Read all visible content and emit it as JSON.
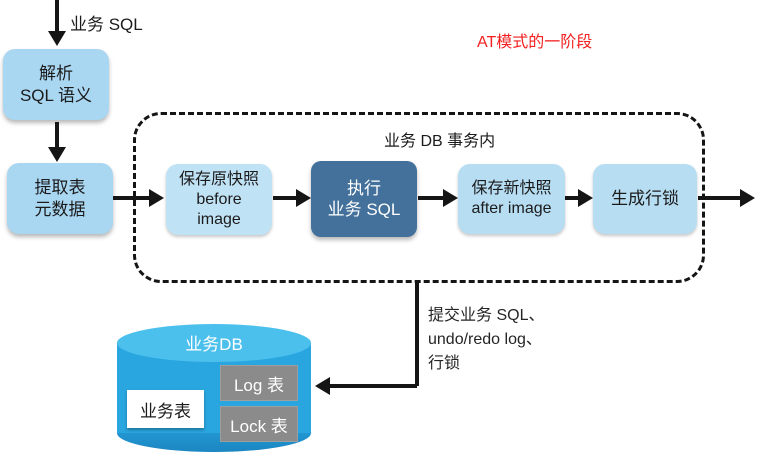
{
  "title_annotation": "AT模式的一阶段",
  "flow": {
    "input_label": "业务 SQL",
    "parse_box": {
      "line1": "解析",
      "line2": "SQL 语义"
    },
    "extract_box": {
      "line1": "提取表",
      "line2": "元数据"
    },
    "dashed_group_title": "业务 DB 事务内",
    "before_image_box": {
      "line1": "保存原快照",
      "line2": "before",
      "line3": "image"
    },
    "execute_box": {
      "line1": "执行",
      "line2": "业务 SQL"
    },
    "after_image_box": {
      "line1": "保存新快照",
      "line2": "after image"
    },
    "row_lock_box": {
      "label": "生成行锁"
    }
  },
  "commit_note": {
    "line1": "提交业务 SQL、",
    "line2": "undo/redo log、",
    "line3": "行锁"
  },
  "database": {
    "name": "业务DB",
    "business_table": "业务表",
    "log_table": "Log 表",
    "lock_table": "Lock 表"
  },
  "colors": {
    "light_blue_node": "#a9d6f1",
    "inner_blue_node": "#b7ddf3",
    "dark_blue_node": "#44719b",
    "cylinder_blue": "#29a6df",
    "cylinder_top_blue": "#4cc0ed",
    "gray_table": "#8b8b8b",
    "annotation_red": "#f32020",
    "line_black": "#151515"
  }
}
